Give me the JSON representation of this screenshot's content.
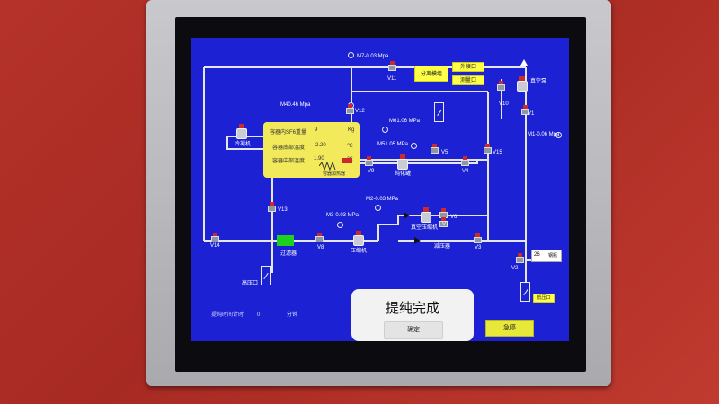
{
  "pressures": {
    "m7": "M7-0.03 Mpa",
    "m4": "M40.46  Mpa",
    "m6": "M61.06 MPa",
    "m5": "M51.05 MPa",
    "m1": "M1-0.06 Mpa",
    "m2": "M2-0.03 MPa",
    "m3": "M3-0.03 MPa"
  },
  "valves": {
    "v11": "V11",
    "v12": "V12",
    "v10": "V10",
    "v1": "V1",
    "v13": "V13",
    "v14": "V14",
    "v8": "V8",
    "v9": "V9",
    "v5": "V5",
    "v4": "V4",
    "v15": "V15",
    "v6": "V6",
    "v7": "V7",
    "v3": "V3",
    "v2": "V2"
  },
  "buttons": {
    "separator": "分离模组",
    "outlet": "外接口",
    "measure_port": "测量口",
    "confirm": "确定",
    "emergency_stop": "急停"
  },
  "labels": {
    "vacuum_pump": "真空泵",
    "cooler": "冷凝机",
    "purifier": "纯化罐",
    "heater": "容器加热器",
    "filter": "过滤器",
    "compressor": "压缩机",
    "vacuum_compressor": "真空压缩机",
    "pressure_reducer": "减压器",
    "high_pressure_port": "高压口",
    "low_pressure_port": "低压口",
    "cylinder": "钢瓶"
  },
  "container_panel": {
    "row1_label": "容器内SF6重量",
    "row1_value": "9",
    "row1_unit": "Kg",
    "row2_label": "容器底部温度",
    "row2_value": "-2.20",
    "row2_unit": "℃",
    "row3_label": "容器中部温度",
    "row3_value": "1.90",
    "row3_unit": "℃"
  },
  "counter": {
    "value": "26"
  },
  "footer": {
    "elapsed_label": "提纯时间计时",
    "elapsed_value": "0",
    "elapsed_unit": "分钟"
  },
  "dialog": {
    "message": "提纯完成"
  },
  "colors": {
    "screen_bg": "#1c22d4",
    "pipe": "#e6e6e6",
    "accent_yellow": "#f2ea5a",
    "valve_red": "#cc2a2a",
    "filter_green": "#1fd11f"
  }
}
